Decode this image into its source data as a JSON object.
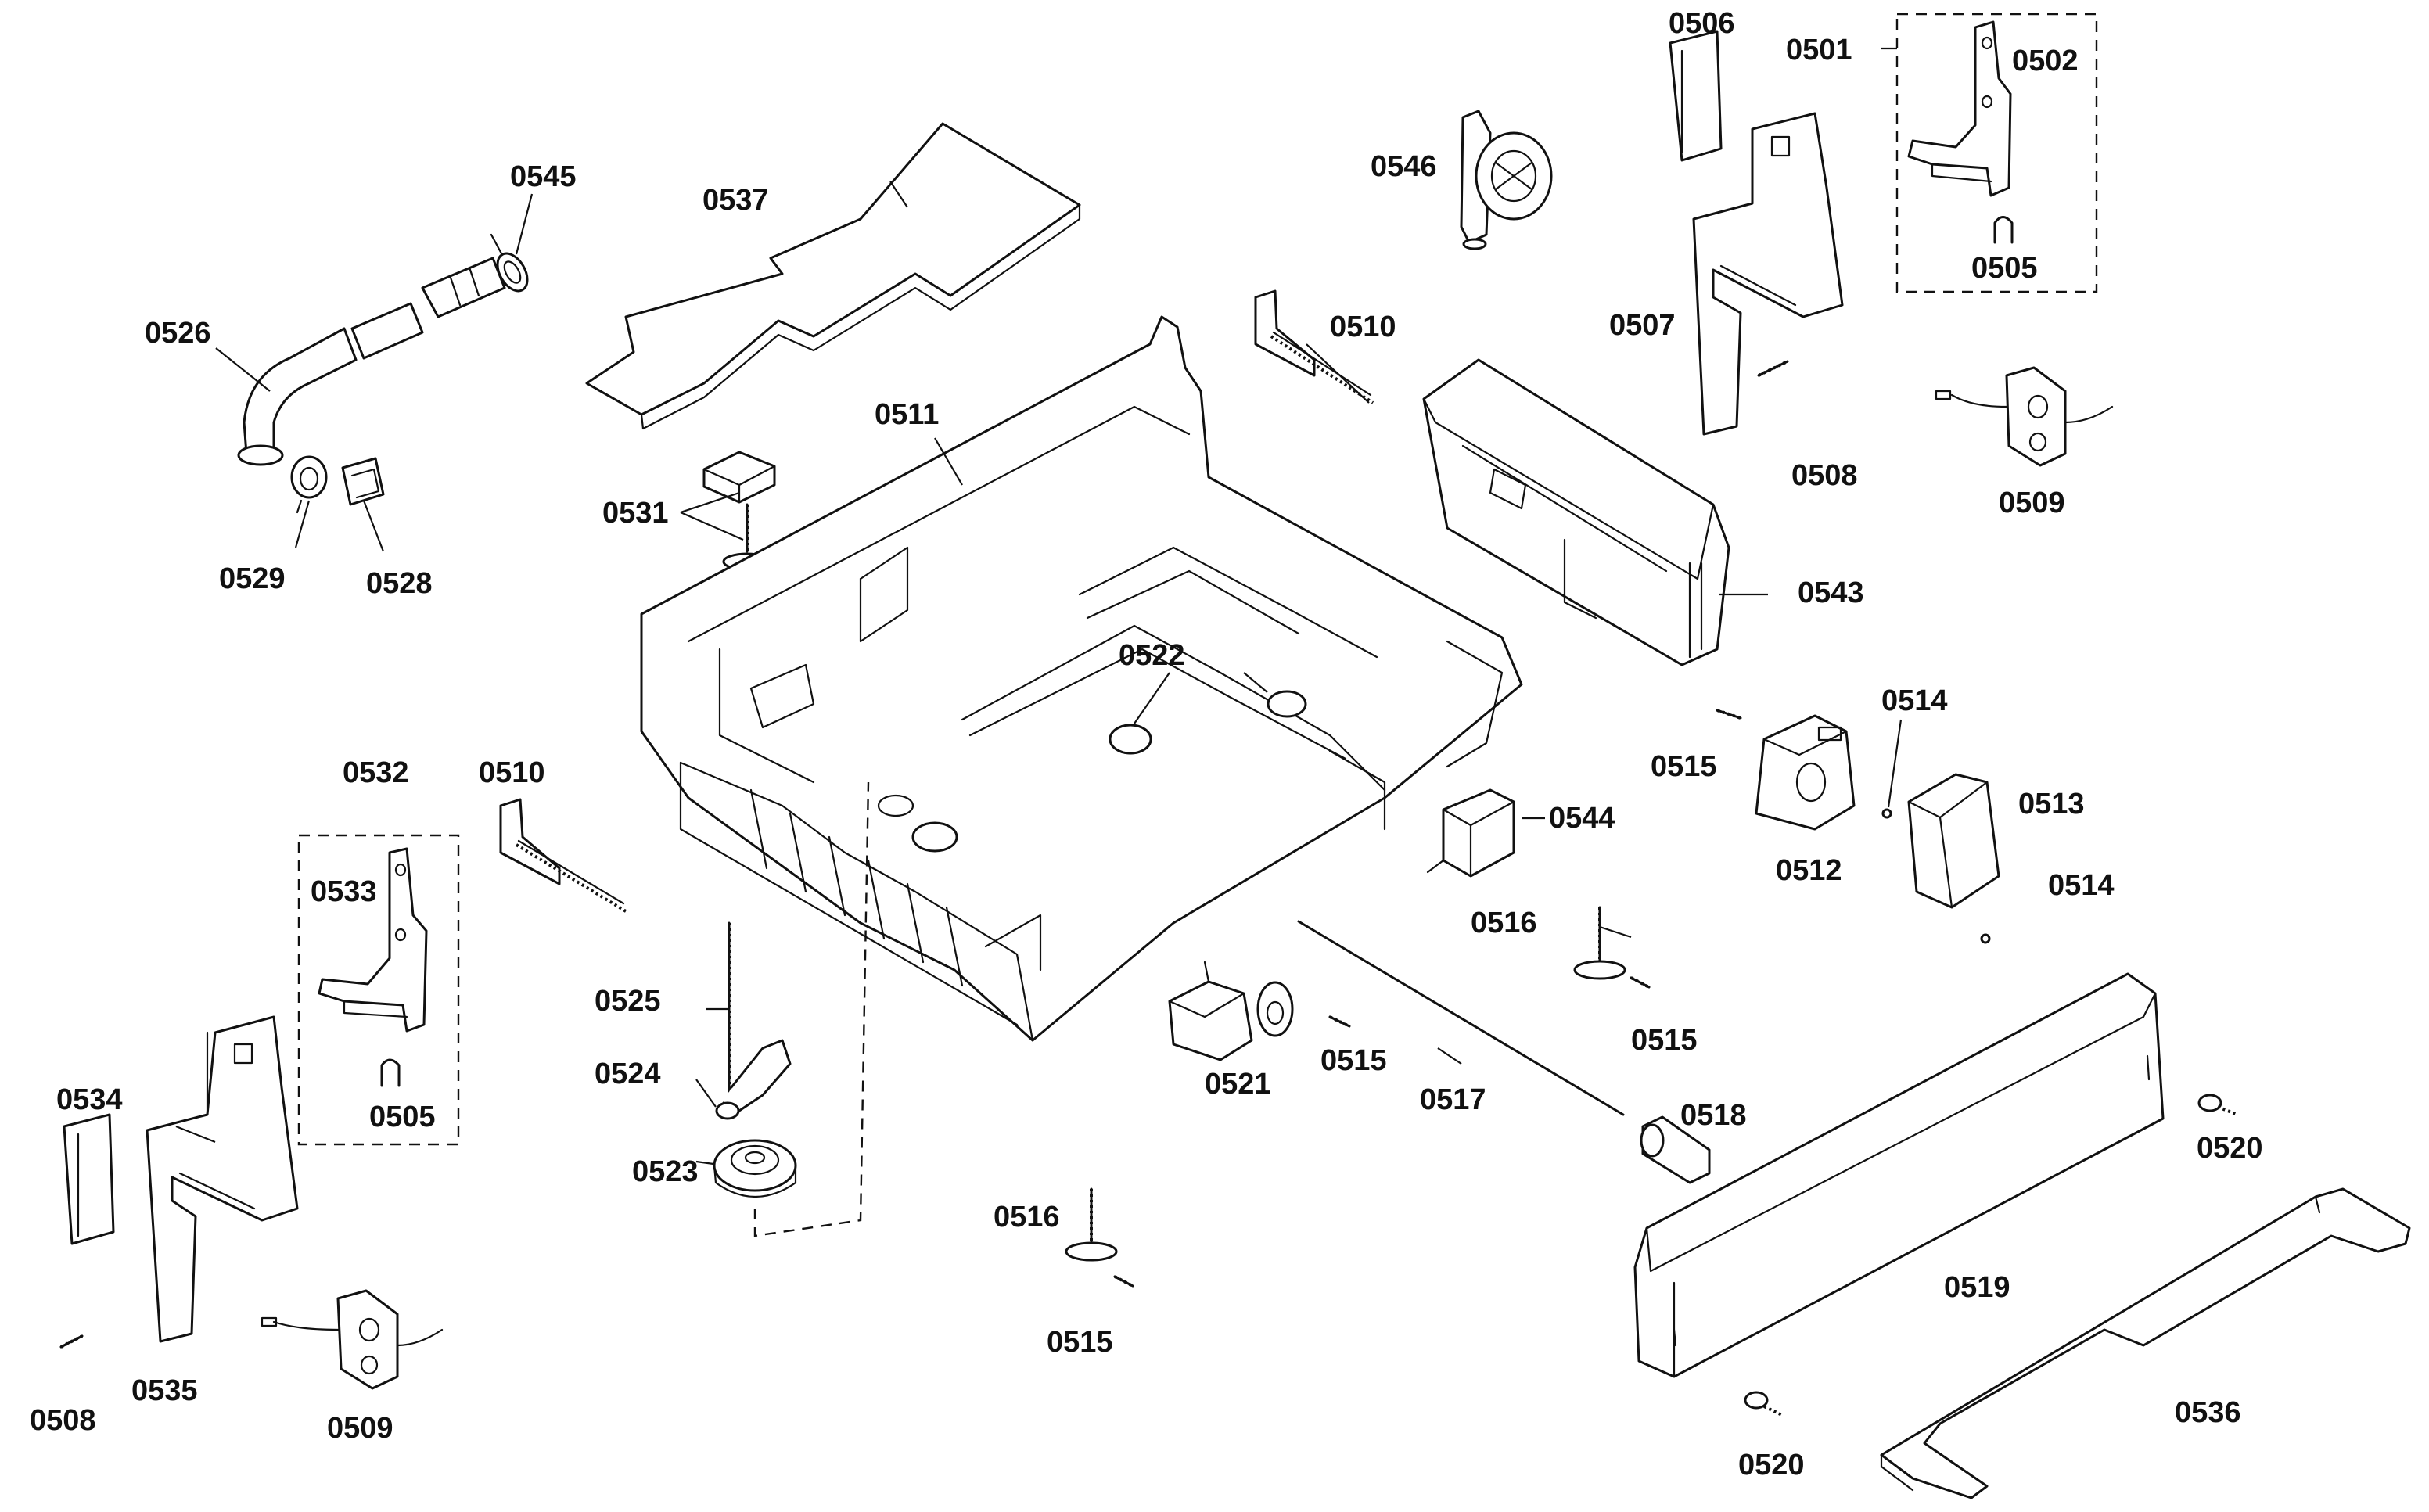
{
  "labels": {
    "p0501": "0501",
    "p0502": "0502",
    "p0505a": "0505",
    "p0505b": "0505",
    "p0506": "0506",
    "p0507": "0507",
    "p0508a": "0508",
    "p0508b": "0508",
    "p0509a": "0509",
    "p0509b": "0509",
    "p0510a": "0510",
    "p0510b": "0510",
    "p0511": "0511",
    "p0512": "0512",
    "p0513": "0513",
    "p0514a": "0514",
    "p0514b": "0514",
    "p0515a": "0515",
    "p0515b": "0515",
    "p0515c": "0515",
    "p0515d": "0515",
    "p0516a": "0516",
    "p0516b": "0516",
    "p0517": "0517",
    "p0518": "0518",
    "p0519": "0519",
    "p0520a": "0520",
    "p0520b": "0520",
    "p0521": "0521",
    "p0522": "0522",
    "p0523": "0523",
    "p0524": "0524",
    "p0525": "0525",
    "p0526": "0526",
    "p0528": "0528",
    "p0529": "0529",
    "p0531": "0531",
    "p0532": "0532",
    "p0533": "0533",
    "p0534": "0534",
    "p0535": "0535",
    "p0536": "0536",
    "p0537": "0537",
    "p0543": "0543",
    "p0544": "0544",
    "p0545": "0545",
    "p0546": "0546"
  }
}
